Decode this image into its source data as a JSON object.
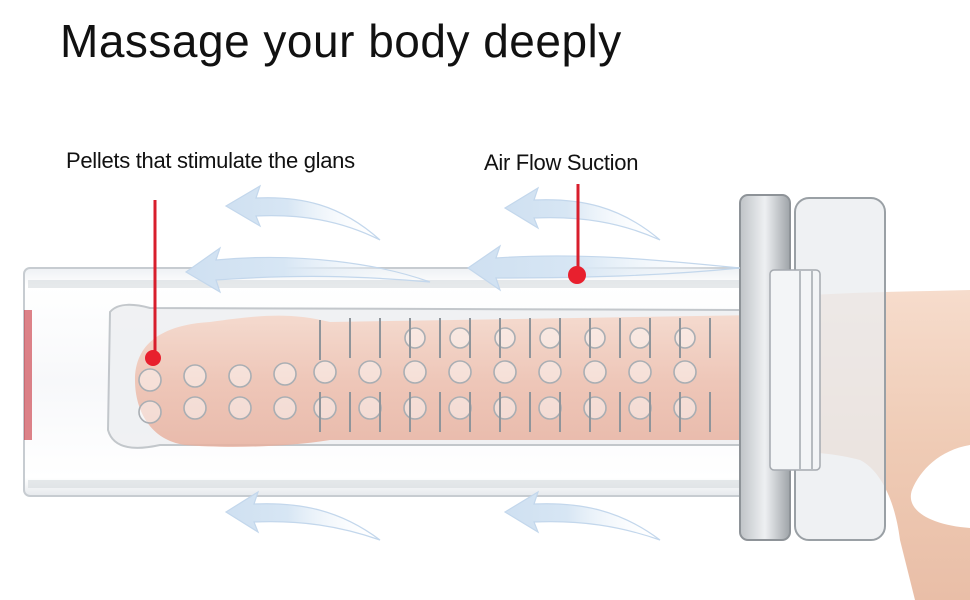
{
  "title": "Massage your body deeply",
  "callouts": {
    "pellets": "Pellets that stimulate the glans",
    "air_flow": "Air Flow Suction"
  },
  "colors": {
    "callout_line": "#d81e2c",
    "callout_dot": "#e8202e",
    "arrow": "#dbe9f6"
  }
}
